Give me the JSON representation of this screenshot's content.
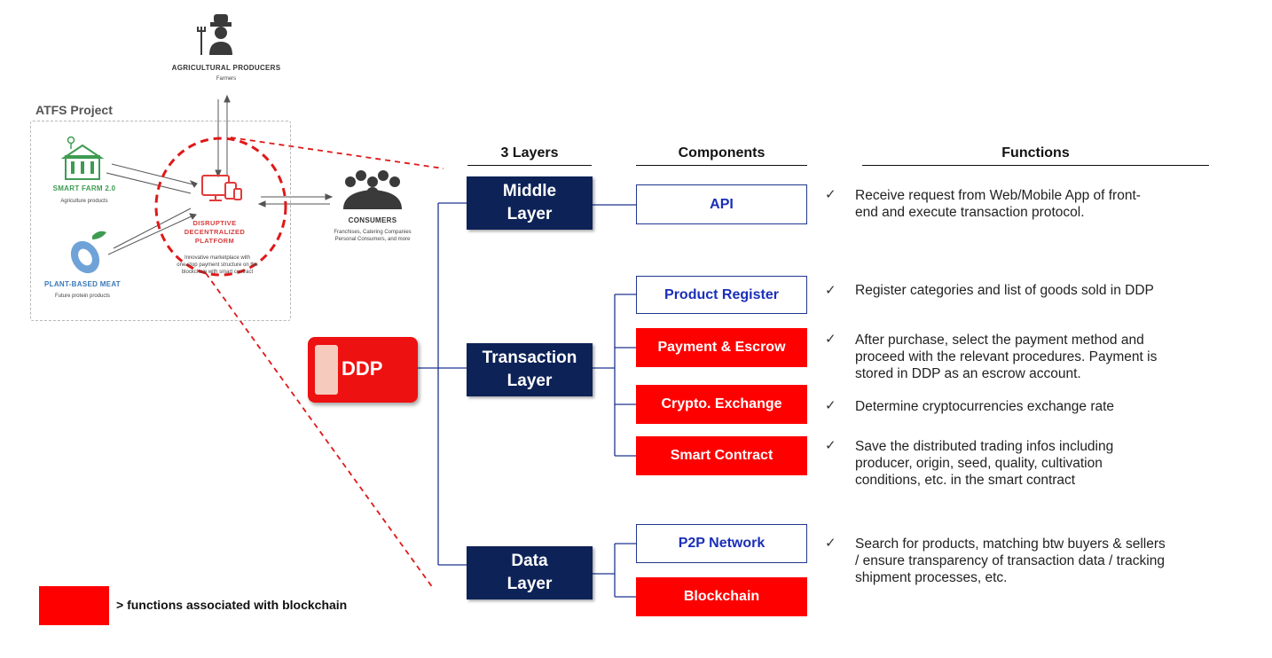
{
  "atfs": {
    "title": "ATFS Project",
    "producer": {
      "label": "AGRICULTURAL PRODUCERS",
      "sub": "Farmers"
    },
    "smart_farm": {
      "label": "SMART FARM 2.0",
      "sub": "Agriculture products"
    },
    "plant_meat": {
      "label": "PLANT-BASED MEAT",
      "sub": "Future protein products"
    },
    "platform": {
      "label_line1": "DISRUPTIVE",
      "label_line2": "DECENTRALIZED",
      "label_line3": "PLATFORM",
      "desc_line1": "Innovative marketplace with",
      "desc_line2": "one-stop payment structure on the",
      "desc_line3": "blockchain with smart contract"
    },
    "consumers": {
      "label": "CONSUMERS",
      "sub_line1": "Franchises, Catering Companies",
      "sub_line2": "Personal Consumers, and more"
    }
  },
  "headers": {
    "layers": "3 Layers",
    "components": "Components",
    "functions": "Functions"
  },
  "ddp": {
    "label": "DDP"
  },
  "layers": {
    "middle": {
      "line1": "Middle",
      "line2": "Layer"
    },
    "transaction": {
      "line1": "Transaction",
      "line2": "Layer"
    },
    "data": {
      "line1": "Data",
      "line2": "Layer"
    }
  },
  "components": {
    "api": "API",
    "product_register": "Product Register",
    "payment_escrow": "Payment & Escrow",
    "crypto_exchange": "Crypto. Exchange",
    "smart_contract": "Smart Contract",
    "p2p_network": "P2P Network",
    "blockchain": "Blockchain"
  },
  "functions": {
    "check_mark": "✓",
    "api_l1": "Receive request from Web/Mobile App of front-",
    "api_l2": "end and execute transaction protocol.",
    "product_l1": "Register categories and list of goods sold in DDP",
    "payment_l1": "After purchase, select the payment method and",
    "payment_l2": "proceed with the relevant procedures. Payment is",
    "payment_l3": "stored in DDP as an escrow account.",
    "crypto_l1": "Determine cryptocurrencies exchange rate",
    "smart_l1": "Save the distributed trading infos including",
    "smart_l2": "producer, origin, seed, quality, cultivation",
    "smart_l3": "conditions, etc. in the smart contract",
    "p2p_l1": "Search for products, matching btw buyers & sellers",
    "p2p_l2": "/ ensure transparency of transaction data / tracking",
    "p2p_l3": "shipment processes, etc."
  },
  "legend": {
    "text": "> functions associated with blockchain",
    "color": "#ff0000"
  },
  "colors": {
    "layer_navy": "#0d2257",
    "component_red": "#ff0000",
    "component_text_blue": "#1a2fb8",
    "highlight_dashed_red": "#e01818"
  }
}
